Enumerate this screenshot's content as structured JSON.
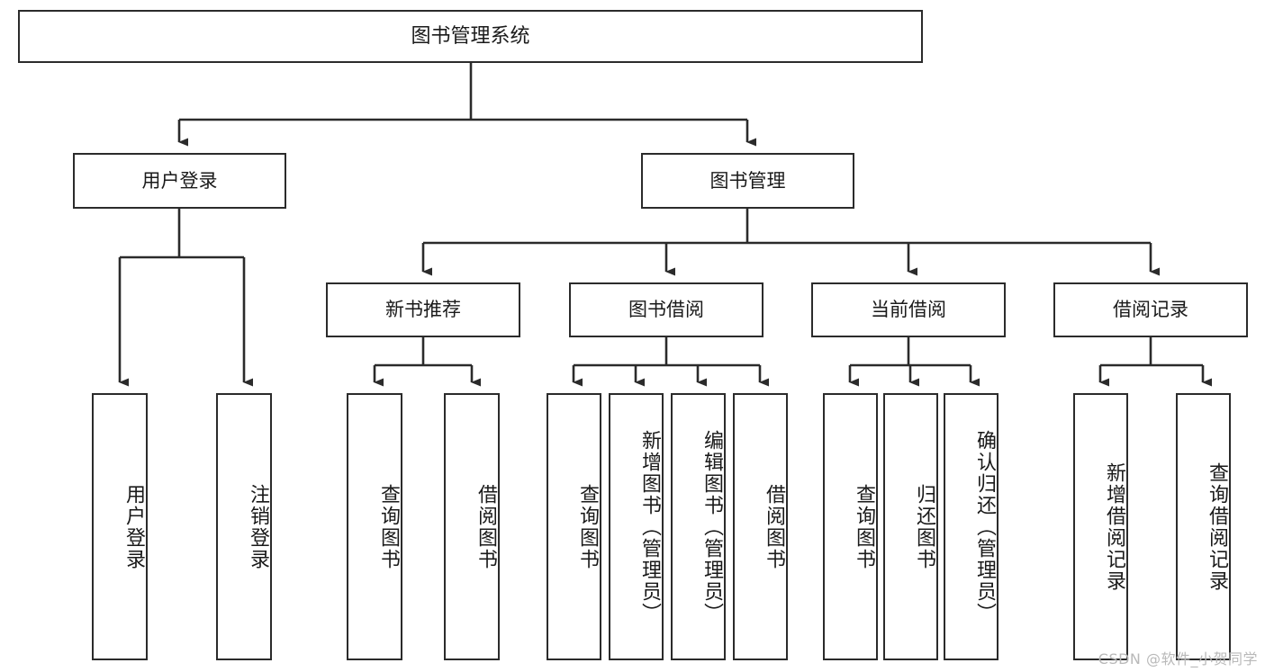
{
  "diagram": {
    "type": "tree",
    "title": "图书管理系统",
    "root": {
      "label": "图书管理系统"
    },
    "level2": {
      "user_login": "用户登录",
      "book_manage": "图书管理"
    },
    "level3": {
      "new_book_recommend": "新书推荐",
      "book_borrow": "图书借阅",
      "current_borrow": "当前借阅",
      "borrow_record": "借阅记录"
    },
    "leaves": {
      "user_login_children": [
        "用户登录",
        "注销登录"
      ],
      "new_book_recommend_children": [
        "查询图书",
        "借阅图书"
      ],
      "book_borrow_children": [
        "查询图书",
        "新增图书（管理员）",
        "编辑图书（管理员）",
        "借阅图书"
      ],
      "current_borrow_children": [
        "查询图书",
        "归还图书",
        "确认归还（管理员）"
      ],
      "borrow_record_children": [
        "新增借阅记录",
        "查询借阅记录"
      ]
    },
    "colors": {
      "stroke": "#2b2b2b",
      "fill": "#ffffff",
      "text": "#1a1a1a",
      "watermark": "#b9b9b9"
    }
  },
  "watermark": {
    "text": "CSDN @软件_小贺同学"
  }
}
